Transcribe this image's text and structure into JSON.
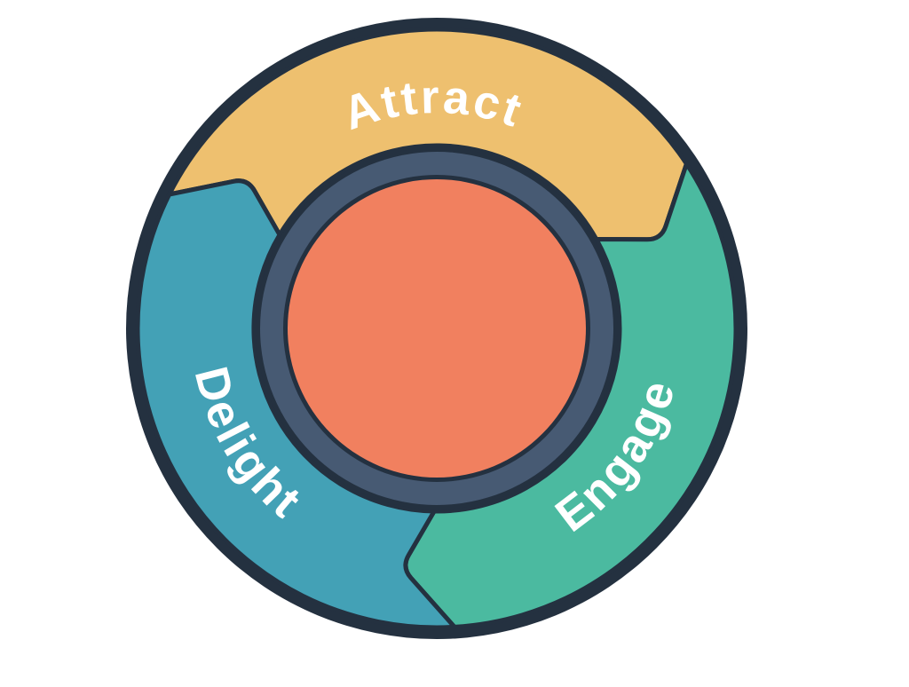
{
  "diagram": {
    "type": "flywheel",
    "background": "#FFFFFF",
    "outline_color": "#243140",
    "hub_ring_color": "#475A73",
    "hub_color": "#F1805F",
    "label_color": "#FFFFFF",
    "segments": [
      {
        "id": "attract",
        "label": "Attract",
        "color": "#EEC06F"
      },
      {
        "id": "engage",
        "label": "Engage",
        "color": "#4BBAA0"
      },
      {
        "id": "delight",
        "label": "Delight",
        "color": "#43A1B6"
      }
    ]
  }
}
